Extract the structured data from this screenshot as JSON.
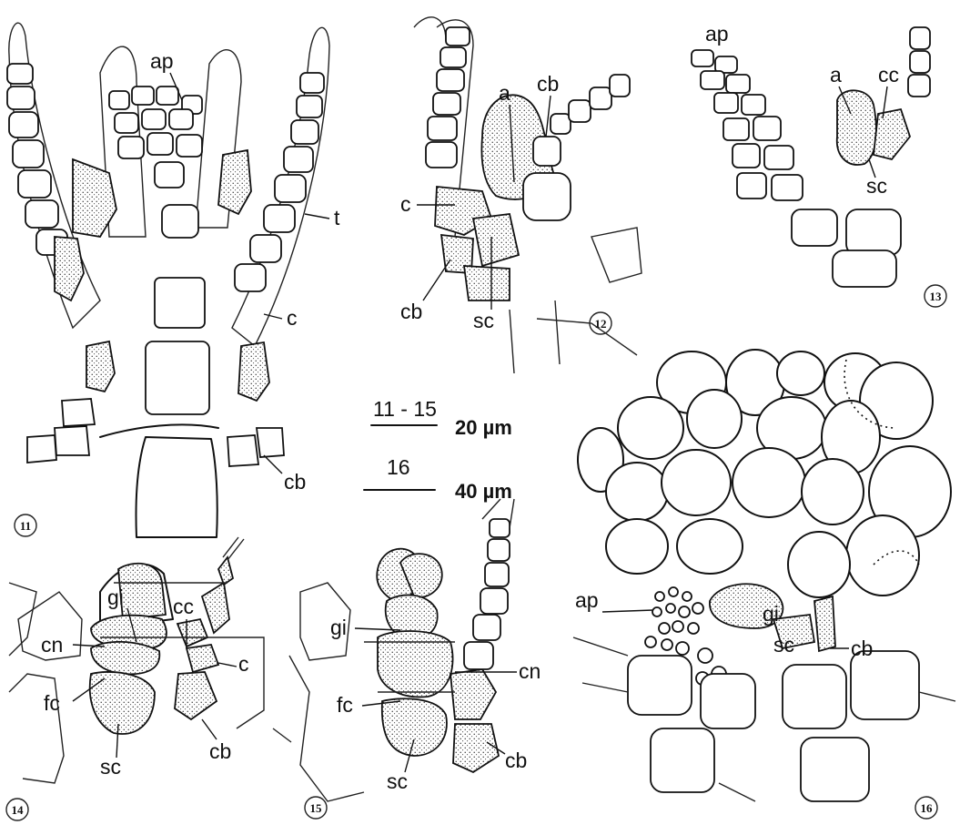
{
  "figures": {
    "f11": {
      "number": "11",
      "labels": {
        "ap": "ap",
        "t": "t",
        "c": "c",
        "cb": "cb"
      }
    },
    "f12": {
      "number": "12",
      "labels": {
        "a": "a",
        "cb_top": "cb",
        "c": "c",
        "cb_bottom": "cb",
        "sc": "sc"
      }
    },
    "f13": {
      "number": "13",
      "labels": {
        "ap": "ap",
        "a": "a",
        "cc": "cc",
        "sc": "sc"
      }
    },
    "f14": {
      "number": "14",
      "labels": {
        "gi": "gi",
        "cc": "cc",
        "cn": "cn",
        "c": "c",
        "fc": "fc",
        "sc": "sc",
        "cb": "cb"
      }
    },
    "f15": {
      "number": "15",
      "labels": {
        "gi": "gi",
        "cn": "cn",
        "fc": "fc",
        "sc": "sc",
        "cb": "cb"
      }
    },
    "f16": {
      "number": "16",
      "labels": {
        "gi": "gi",
        "ap": "ap",
        "sc": "sc",
        "cb": "cb"
      }
    }
  },
  "scale_bars": [
    {
      "figures": "11 - 15",
      "length": "20 µm"
    },
    {
      "figures": "16",
      "length": "40 µm"
    }
  ]
}
